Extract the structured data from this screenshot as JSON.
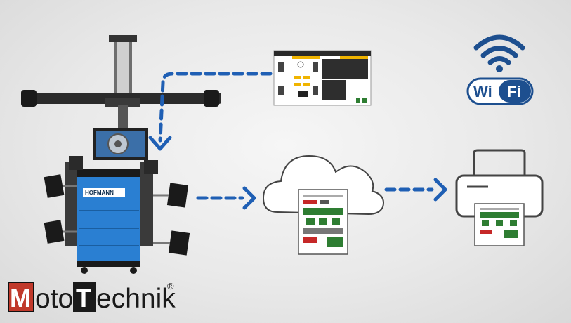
{
  "wifi": {
    "part1": "Wi",
    "part2": "Fi"
  },
  "machine": {
    "brand_label": "HOFMANN"
  },
  "logo": {
    "m": "M",
    "oto": "oto",
    "t": "T",
    "echnik": "echnik",
    "registered": "®"
  },
  "colors": {
    "accent_blue": "#1f5fb4",
    "wifi_blue": "#1d4f8f",
    "logo_red": "#c0392b"
  }
}
